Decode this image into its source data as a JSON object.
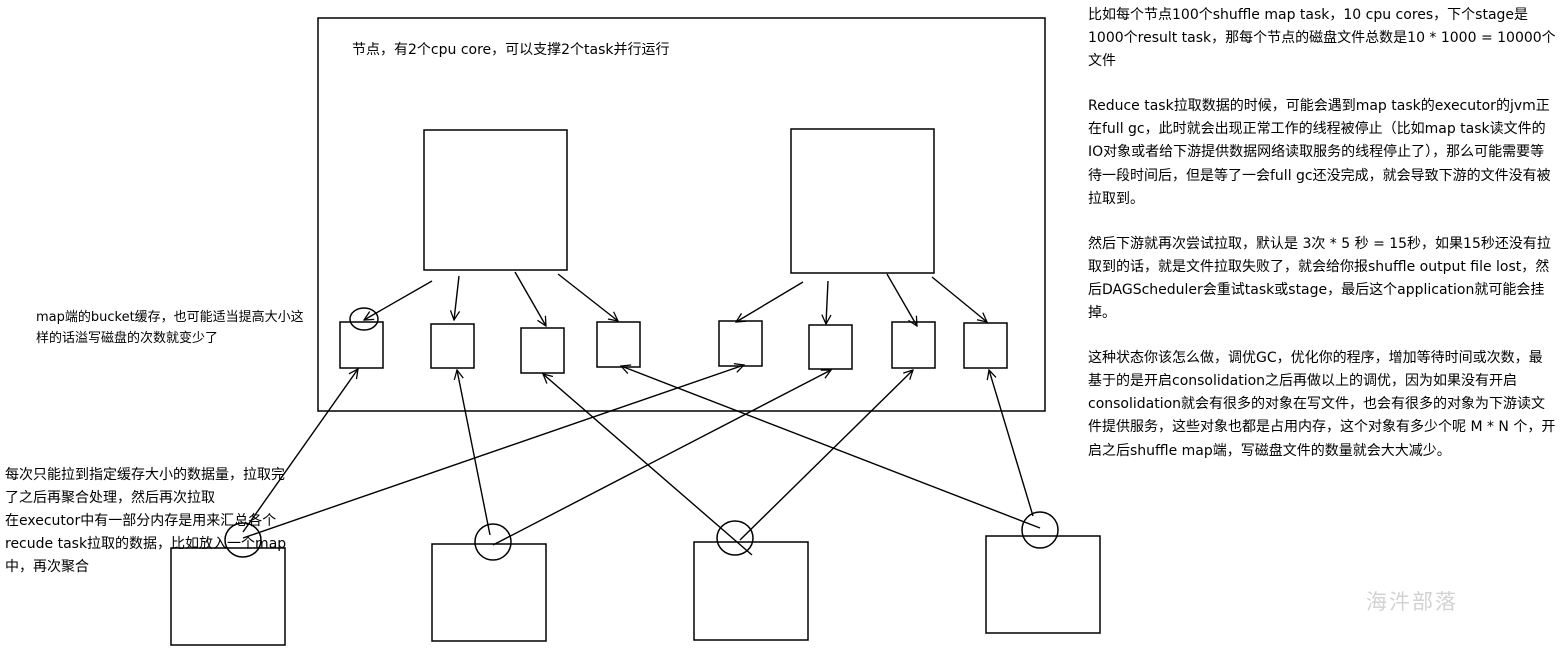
{
  "diagram": {
    "node_label": "节点，有2个cpu core，可以支撑2个task并行运行",
    "buffer_note": "map端的bucket缓存，也可能适当提高大小这样的话溢写磁盘的次数就变少了",
    "fetch_note": [
      "每次只能拉到指定缓存大小的数据量，拉取完了之后再聚合处理，然后再次拉取",
      "在executor中有一部分内存是用来汇总各个recude task拉取的数据，比如放入一个map中，再次聚合"
    ],
    "right_notes": [
      "比如每个节点100个shuffle map task，10 cpu cores，下个stage是1000个result task，那每个节点的磁盘文件总数是10 * 1000 = 10000个文件",
      "Reduce task拉取数据的时候，可能会遇到map task的executor的jvm正在full gc，此时就会出现正常工作的线程被停止（比如map task读文件的IO对象或者给下游提供数据网络读取服务的线程停止了），那么可能需要等待一段时间后，但是等了一会full gc还没完成，就会导致下游的文件没有被拉取到。",
      "然后下游就再次尝试拉取，默认是 3次 * 5 秒 = 15秒，如果15秒还没有拉取到的话，就是文件拉取失败了，就会给你报shuffle output file lost，然后DAGScheduler会重试task或stage，最后这个application就可能会挂掉。",
      "这种状态你该怎么做，调优GC，优化你的程序，增加等待时间或次数，最基于的是开启consolidation之后再做以上的调优，因为如果没有开启consolidation就会有很多的对象在写文件，也会有很多的对象为下游读文件提供服务，这些对象也都是占用内存，这个对象有多少个呢 M * N 个，开启之后shuffle map端，写磁盘文件的数量就会大大减少。"
    ],
    "watermark": "海汼部落",
    "colors": {
      "stroke": "#000000",
      "background": "#ffffff",
      "watermark": "#d2d2d2"
    }
  }
}
